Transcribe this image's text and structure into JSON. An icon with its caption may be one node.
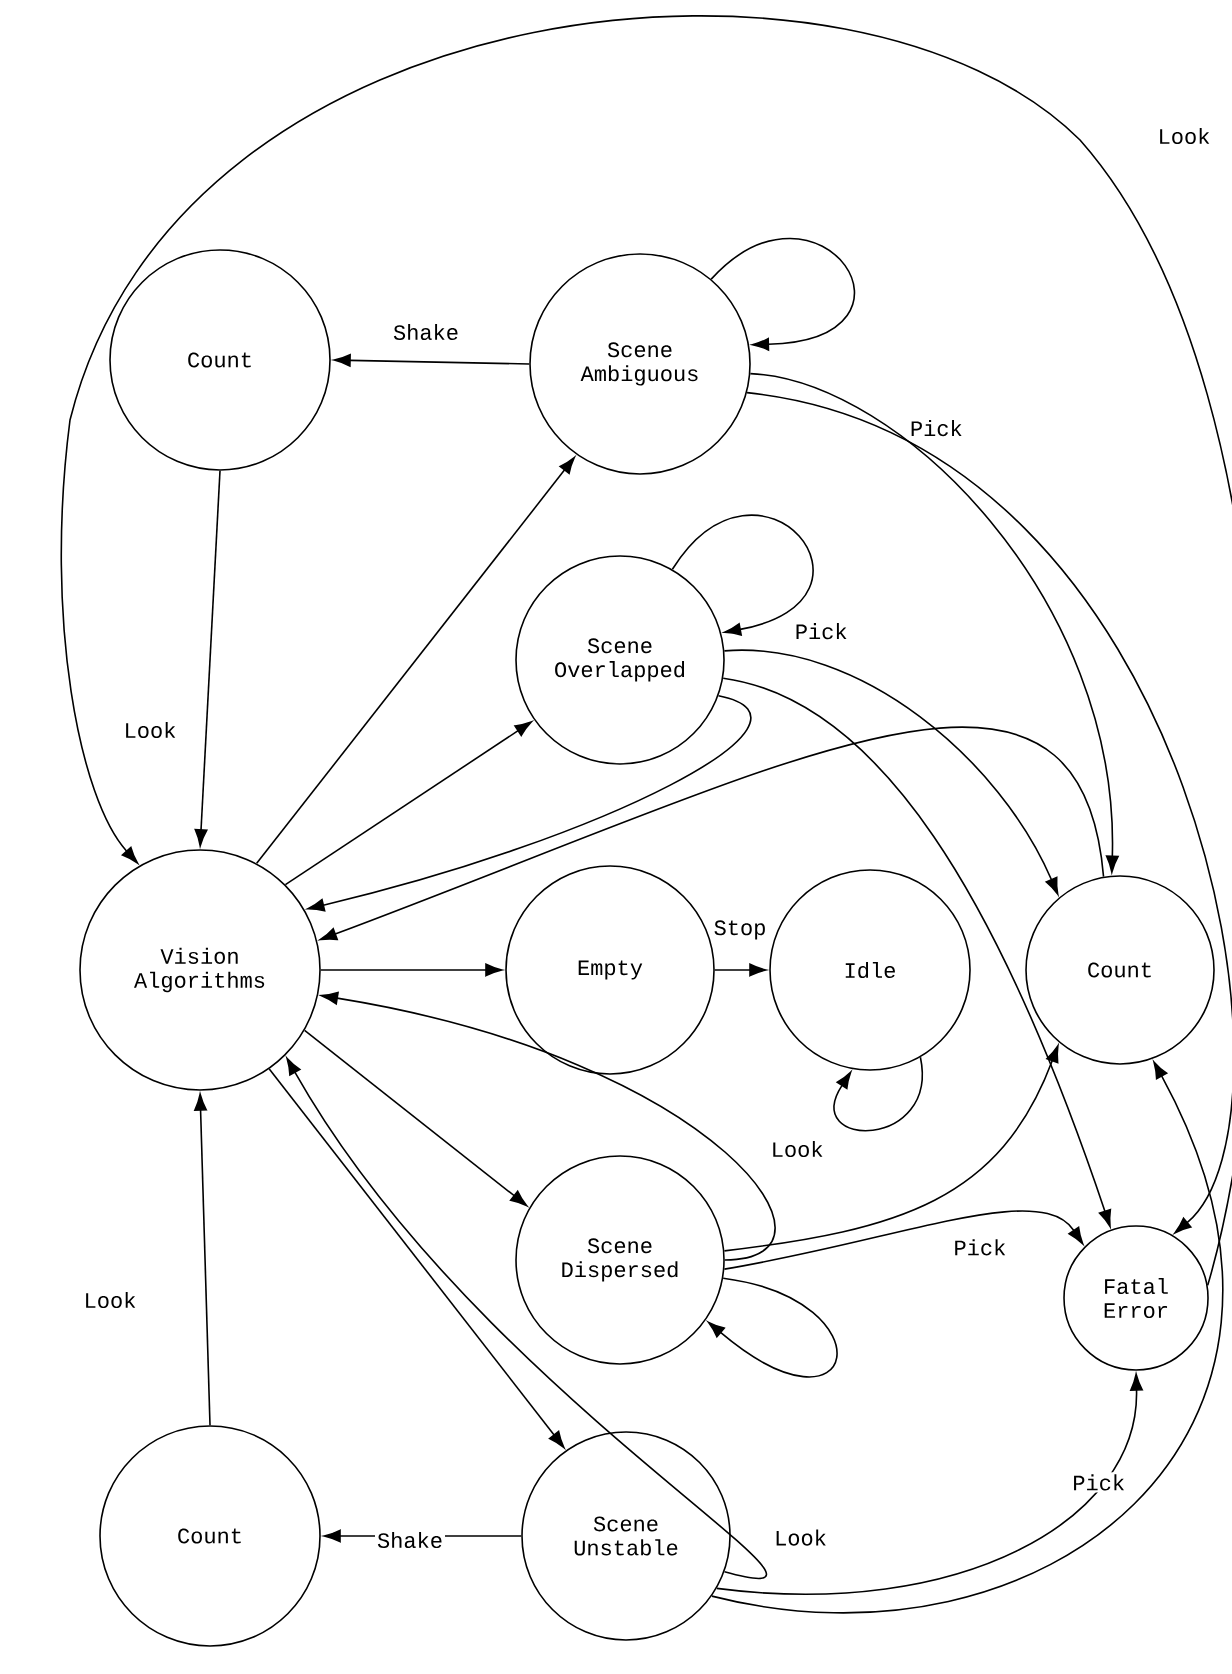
{
  "diagram": {
    "nodes": [
      {
        "text": [
          "Count"
        ]
      },
      {
        "text": [
          "Scene Ambiguous"
        ]
      },
      {
        "text": [
          "Scene Overlapped"
        ]
      },
      {
        "text": [
          "Vision Algorithms"
        ]
      },
      {
        "text": [
          "Empty"
        ]
      },
      {
        "text": [
          "Idle"
        ]
      },
      {
        "text": [
          "Count"
        ]
      },
      {
        "text": [
          "Scene Dispersed"
        ]
      },
      {
        "text": [
          "Fatal Error"
        ]
      },
      {
        "text": [
          "Count"
        ]
      },
      {
        "text": [
          "Scene Unstable"
        ]
      }
    ],
    "edges": [
      {
        "from": 0,
        "to": 3,
        "arrow": "to",
        "label": "Look"
      },
      {
        "from": 1,
        "to": 0,
        "arrow": "to",
        "label": "Shake"
      },
      {
        "from": 3,
        "to": 1,
        "arrow": "to"
      },
      {
        "from": 3,
        "to": 2,
        "arrow": "to"
      },
      {
        "from": 1,
        "to": 1,
        "arrow": "to"
      },
      {
        "from": 1,
        "to": 6,
        "arrow": "to",
        "label": "Pick"
      },
      {
        "from": 1,
        "to": 8,
        "arrow": "to"
      },
      {
        "from": 2,
        "to": 2,
        "arrow": "to"
      },
      {
        "from": 2,
        "to": 6,
        "arrow": "to",
        "label": "Pick"
      },
      {
        "from": 2,
        "to": 8,
        "arrow": "to"
      },
      {
        "from": 2,
        "to": 3,
        "arrow": "to"
      },
      {
        "from": 8,
        "to": 3,
        "arrow": "to",
        "label": "Look"
      },
      {
        "from": 6,
        "to": 3,
        "arrow": "to"
      },
      {
        "from": 4,
        "to": 5,
        "arrow": "to",
        "label": "Stop"
      },
      {
        "from": 5,
        "to": 5,
        "arrow": "to"
      },
      {
        "from": 3,
        "to": 4,
        "arrow": "to"
      },
      {
        "from": 3,
        "to": 7,
        "arrow": "to"
      },
      {
        "from": 7,
        "to": 3,
        "arrow": "to",
        "label": "Look"
      },
      {
        "from": 7,
        "to": 7,
        "arrow": "to"
      },
      {
        "from": 7,
        "to": 6,
        "arrow": "to"
      },
      {
        "from": 7,
        "to": 8,
        "arrow": "to",
        "label": "Pick"
      },
      {
        "from": 3,
        "to": 10,
        "arrow": "to"
      },
      {
        "from": 10,
        "to": 3,
        "arrow": "to",
        "label": "Look"
      },
      {
        "from": 10,
        "to": 9,
        "arrow": "to",
        "label": "Shake"
      },
      {
        "from": 9,
        "to": 3,
        "arrow": "to",
        "label": "Look"
      },
      {
        "from": 10,
        "to": 8,
        "arrow": "to",
        "label": "Pick"
      },
      {
        "from": 10,
        "to": 6,
        "arrow": "to"
      }
    ]
  }
}
